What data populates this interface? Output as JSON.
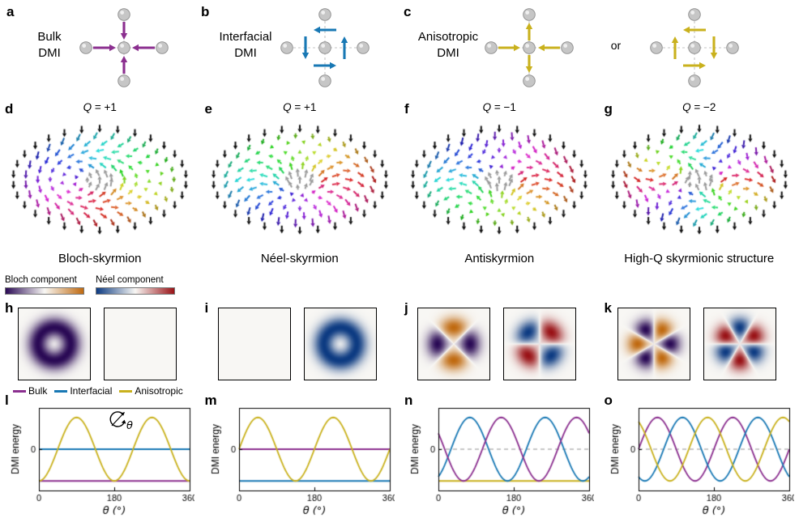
{
  "colors": {
    "bulk": "#8b2f8f",
    "interfacial": "#1878b4",
    "anisotropic": "#c9b11d",
    "sphere": "#c6c6c6"
  },
  "dmi_panels": [
    {
      "letter": "a",
      "title_line1": "Bulk",
      "title_line2": "DMI",
      "color_key": "bulk",
      "patterns": [
        "radial-in"
      ]
    },
    {
      "letter": "b",
      "title_line1": "Interfacial",
      "title_line2": "DMI",
      "color_key": "interfacial",
      "patterns": [
        "tangent-chiral"
      ]
    },
    {
      "letter": "c",
      "title_line1": "Anisotropic",
      "title_line2": "DMI",
      "color_key": "anisotropic",
      "patterns": [
        "radial-aniso",
        "tangent-antichiral"
      ],
      "or_label": "or"
    }
  ],
  "textures": [
    {
      "letter": "d",
      "q_symbol": "Q",
      "q_rest": " = +1",
      "caption": "Bloch-skyrmion",
      "vorticity": 1,
      "helicity_deg": 90
    },
    {
      "letter": "e",
      "q_symbol": "Q",
      "q_rest": " = +1",
      "caption": "Néel-skyrmion",
      "vorticity": 1,
      "helicity_deg": 0
    },
    {
      "letter": "f",
      "q_symbol": "Q",
      "q_rest": " = −1",
      "caption": "Antiskyrmion",
      "vorticity": -1,
      "helicity_deg": 0
    },
    {
      "letter": "g",
      "q_symbol": "Q",
      "q_rest": " = −2",
      "caption": "High-Q skyrmionic structure",
      "vorticity": -2,
      "helicity_deg": 0
    }
  ],
  "colorbars": [
    {
      "label": "Bloch component",
      "colors": [
        "#2a0a55",
        "#f8f7f4",
        "#c06a10"
      ]
    },
    {
      "label": "Néel component",
      "colors": [
        "#0d3b82",
        "#f8f7f4",
        "#991216"
      ]
    }
  ],
  "maps": [
    {
      "letter": "h",
      "bloch": {
        "lobes": 0,
        "sign": -1
      },
      "neel": null
    },
    {
      "letter": "i",
      "bloch": null,
      "neel": {
        "lobes": 0,
        "sign": -1
      }
    },
    {
      "letter": "j",
      "bloch": {
        "lobes": 2,
        "phase_deg": 180,
        "sign": 1
      },
      "neel": {
        "lobes": 2,
        "phase_deg": 90,
        "sign": 1
      }
    },
    {
      "letter": "k",
      "bloch": {
        "lobes": 3,
        "phase_deg": 180,
        "sign": 1
      },
      "neel": {
        "lobes": 3,
        "phase_deg": 90,
        "sign": 1
      }
    }
  ],
  "legend": [
    {
      "label": "Bulk",
      "color_key": "bulk"
    },
    {
      "label": "Interfacial",
      "color_key": "interfacial"
    },
    {
      "label": "Anisotropic",
      "color_key": "anisotropic"
    }
  ],
  "theta_icon_label": "θ",
  "chart_data": [
    {
      "panel_letter": "l",
      "type": "line",
      "xlabel": "θ (°)",
      "ylabel": "DMI energy",
      "xlim": [
        0,
        360
      ],
      "ylim": [
        -1.3,
        1.3
      ],
      "xticks": [
        0,
        180,
        360
      ],
      "yticks": [
        0
      ],
      "zero_line": "dashed",
      "x_samples": [
        0,
        45,
        90,
        135,
        180,
        225,
        270,
        315,
        360
      ],
      "series": [
        {
          "name": "Bulk",
          "color_key": "bulk",
          "kind": "const",
          "value": -1,
          "values": [
            -1,
            -1,
            -1,
            -1,
            -1,
            -1,
            -1,
            -1,
            -1
          ]
        },
        {
          "name": "Interfacial",
          "color_key": "interfacial",
          "kind": "const",
          "value": 0,
          "values": [
            0,
            0,
            0,
            0,
            0,
            0,
            0,
            0,
            0
          ]
        },
        {
          "name": "Anisotropic",
          "color_key": "anisotropic",
          "kind": "sine",
          "amp": 1,
          "period_deg": 180,
          "phase_deg": 45,
          "offset": 0,
          "values": [
            -1,
            0,
            1,
            0,
            -1,
            0,
            1,
            0,
            -1
          ]
        }
      ]
    },
    {
      "panel_letter": "m",
      "type": "line",
      "xlabel": "θ (°)",
      "ylabel": "DMI energy",
      "xlim": [
        0,
        360
      ],
      "ylim": [
        -1.3,
        1.3
      ],
      "xticks": [
        0,
        180,
        360
      ],
      "yticks": [
        0
      ],
      "zero_line": "dashed",
      "x_samples": [
        0,
        45,
        90,
        135,
        180,
        225,
        270,
        315,
        360
      ],
      "series": [
        {
          "name": "Bulk",
          "color_key": "bulk",
          "kind": "const",
          "value": 0,
          "values": [
            0,
            0,
            0,
            0,
            0,
            0,
            0,
            0,
            0
          ]
        },
        {
          "name": "Interfacial",
          "color_key": "interfacial",
          "kind": "const",
          "value": -1,
          "values": [
            -1,
            -1,
            -1,
            -1,
            -1,
            -1,
            -1,
            -1,
            -1
          ]
        },
        {
          "name": "Anisotropic",
          "color_key": "anisotropic",
          "kind": "sine",
          "amp": 1,
          "period_deg": 180,
          "phase_deg": 0,
          "offset": 0,
          "values": [
            0,
            1,
            0,
            -1,
            0,
            1,
            0,
            -1,
            0
          ]
        }
      ]
    },
    {
      "panel_letter": "n",
      "type": "line",
      "xlabel": "θ (°)",
      "ylabel": "DMI energy",
      "xlim": [
        0,
        360
      ],
      "ylim": [
        -1.3,
        1.3
      ],
      "xticks": [
        0,
        180,
        360
      ],
      "yticks": [
        0
      ],
      "zero_line": "dashed",
      "x_samples": [
        0,
        45,
        90,
        135,
        180,
        225,
        270,
        315,
        360
      ],
      "series": [
        {
          "name": "Anisotropic",
          "color_key": "anisotropic",
          "kind": "const",
          "value": -1,
          "values": [
            -1,
            -1,
            -1,
            -1,
            -1,
            -1,
            -1,
            -1,
            -1
          ]
        },
        {
          "name": "Interfacial",
          "color_key": "interfacial",
          "kind": "sine",
          "amp": 1,
          "period_deg": 180,
          "phase_deg": 30,
          "offset": 0,
          "values": [
            -0.87,
            0.5,
            0.87,
            -0.5,
            -0.87,
            0.5,
            0.87,
            -0.5,
            -0.87
          ]
        },
        {
          "name": "Bulk",
          "color_key": "bulk",
          "kind": "sine",
          "amp": 1,
          "period_deg": 180,
          "phase_deg": 105,
          "offset": 0,
          "values": [
            0.5,
            -0.87,
            -0.5,
            0.87,
            0.5,
            -0.87,
            -0.5,
            0.87,
            0.5
          ]
        }
      ]
    },
    {
      "panel_letter": "o",
      "type": "line",
      "xlabel": "θ (°)",
      "ylabel": "DMI energy",
      "xlim": [
        0,
        360
      ],
      "ylim": [
        -1.3,
        1.3
      ],
      "xticks": [
        0,
        180,
        360
      ],
      "yticks": [
        0
      ],
      "zero_line": "dashed",
      "x_samples": [
        0,
        45,
        90,
        135,
        180,
        225,
        270,
        315,
        360
      ],
      "series": [
        {
          "name": "Bulk",
          "color_key": "bulk",
          "kind": "sine",
          "amp": 1,
          "period_deg": 180,
          "phase_deg": 0,
          "offset": 0,
          "values": [
            0,
            1,
            0,
            -1,
            0,
            1,
            0,
            -1,
            0
          ]
        },
        {
          "name": "Interfacial",
          "color_key": "interfacial",
          "kind": "sine",
          "amp": 1,
          "period_deg": 180,
          "phase_deg": 60,
          "offset": 0,
          "values": [
            -0.87,
            -0.5,
            0.87,
            0.5,
            -0.87,
            -0.5,
            0.87,
            0.5,
            -0.87
          ]
        },
        {
          "name": "Anisotropic",
          "color_key": "anisotropic",
          "kind": "sine",
          "amp": 1,
          "period_deg": 180,
          "phase_deg": 120,
          "offset": 0,
          "values": [
            0.87,
            -0.5,
            -0.87,
            0.5,
            0.87,
            -0.5,
            -0.87,
            0.5,
            0.87
          ]
        }
      ]
    }
  ]
}
